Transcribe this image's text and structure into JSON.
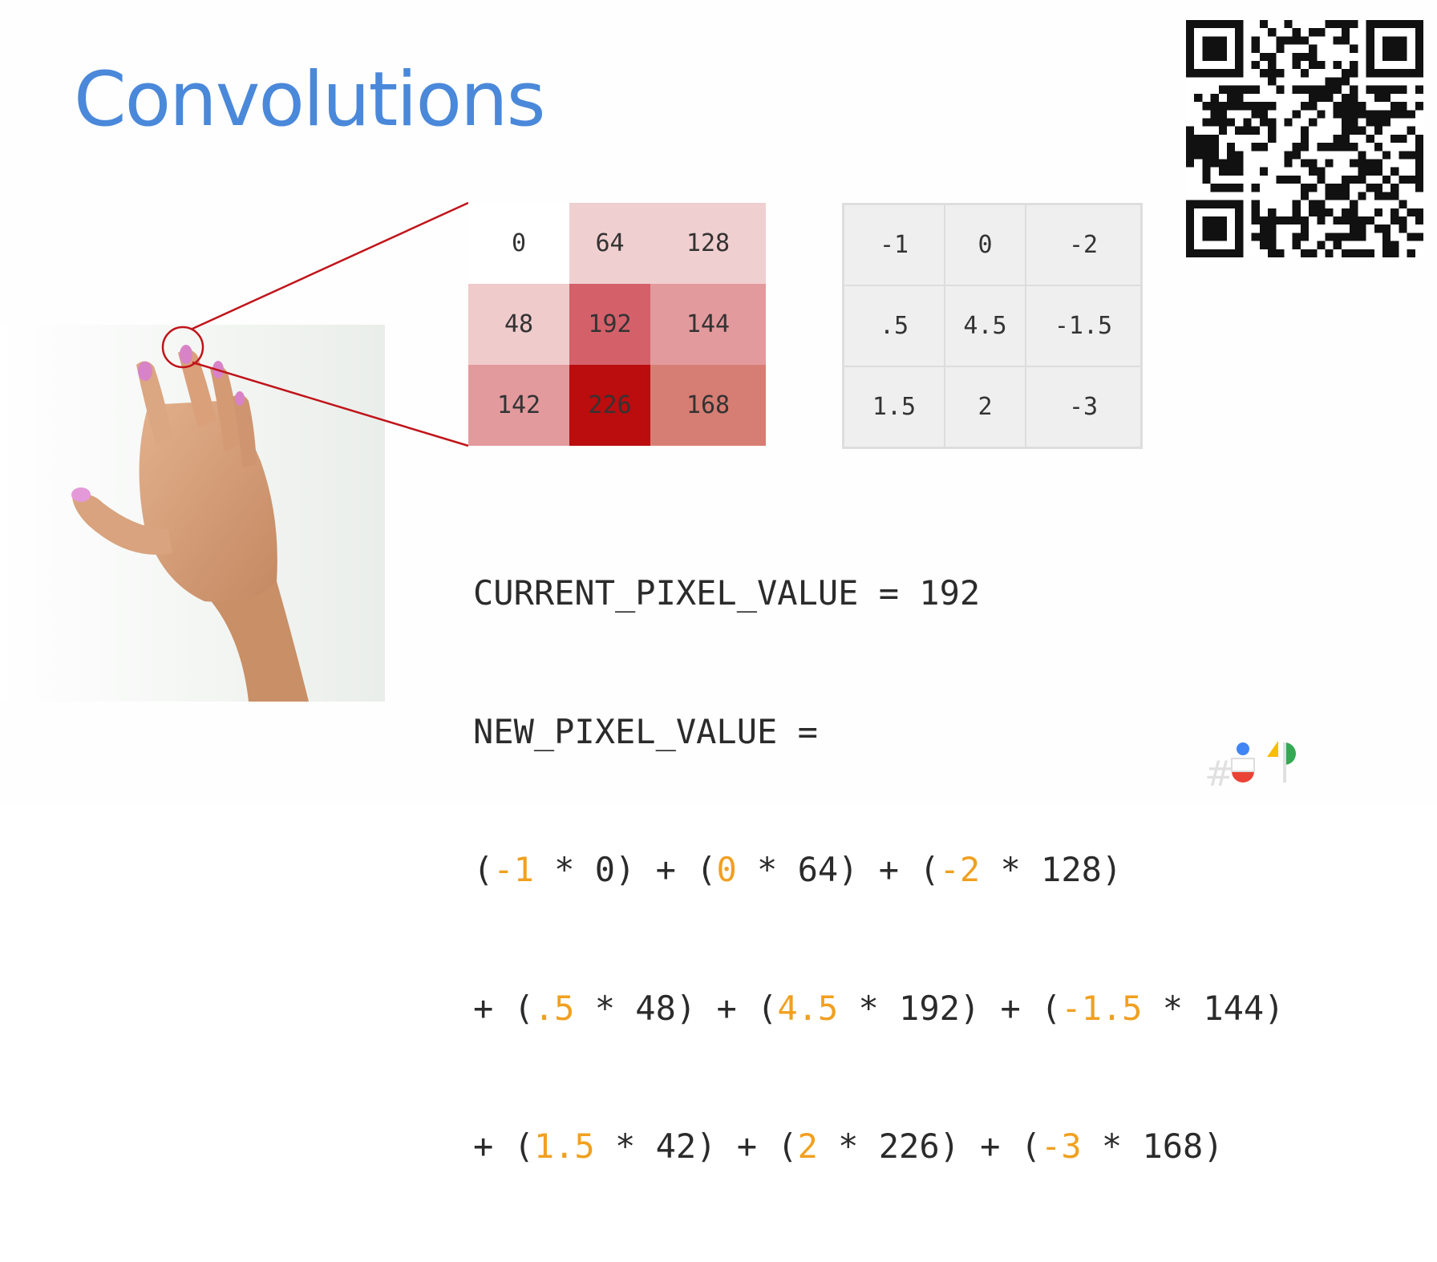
{
  "slide": {
    "title": "Convolutions"
  },
  "pixel_grid": {
    "values": [
      [
        "0",
        "64",
        "128"
      ],
      [
        "48",
        "192",
        "144"
      ],
      [
        "142",
        "226",
        "168"
      ]
    ],
    "colors": [
      [
        "#ffffff",
        "#f0cfd0",
        "#f0cfd0"
      ],
      [
        "#f0cbcc",
        "#d4606a",
        "#e39a9d"
      ],
      [
        "#e39a9d",
        "#bb0c0e",
        "#d77e74"
      ]
    ]
  },
  "filter_grid": {
    "values": [
      [
        "-1",
        "0",
        "-2"
      ],
      [
        ".5",
        "4.5",
        "-1.5"
      ],
      [
        "1.5",
        "2",
        "-3"
      ]
    ]
  },
  "formula": {
    "line1": "CURRENT_PIXEL_VALUE = 192",
    "line2": "NEW_PIXEL_VALUE =",
    "line3": [
      {
        "t": "(",
        "c": "n"
      },
      {
        "t": "-1",
        "c": "w"
      },
      {
        "t": " * 0) + (",
        "c": "n"
      },
      {
        "t": "0",
        "c": "w"
      },
      {
        "t": " * 64) + (",
        "c": "n"
      },
      {
        "t": "-2",
        "c": "w"
      },
      {
        "t": " * 128)",
        "c": "n"
      }
    ],
    "line4": [
      {
        "t": "+ (",
        "c": "n"
      },
      {
        "t": ".5",
        "c": "w"
      },
      {
        "t": " * 48) + (",
        "c": "n"
      },
      {
        "t": "4.5",
        "c": "w"
      },
      {
        "t": " * 192) + (",
        "c": "n"
      },
      {
        "t": "-1.5",
        "c": "w"
      },
      {
        "t": " * 144)",
        "c": "n"
      }
    ],
    "line5": [
      {
        "t": "+ (",
        "c": "n"
      },
      {
        "t": "1.5",
        "c": "w"
      },
      {
        "t": " * 42) + (",
        "c": "n"
      },
      {
        "t": "2",
        "c": "w"
      },
      {
        "t": " * 226) + (",
        "c": "n"
      },
      {
        "t": "-3",
        "c": "w"
      },
      {
        "t": " * 168)",
        "c": "n"
      }
    ]
  },
  "colors": {
    "title": "#4a88da",
    "weight": "#f0a020",
    "zoom_line": "#c0141a"
  },
  "logo": {
    "text": "#io"
  }
}
